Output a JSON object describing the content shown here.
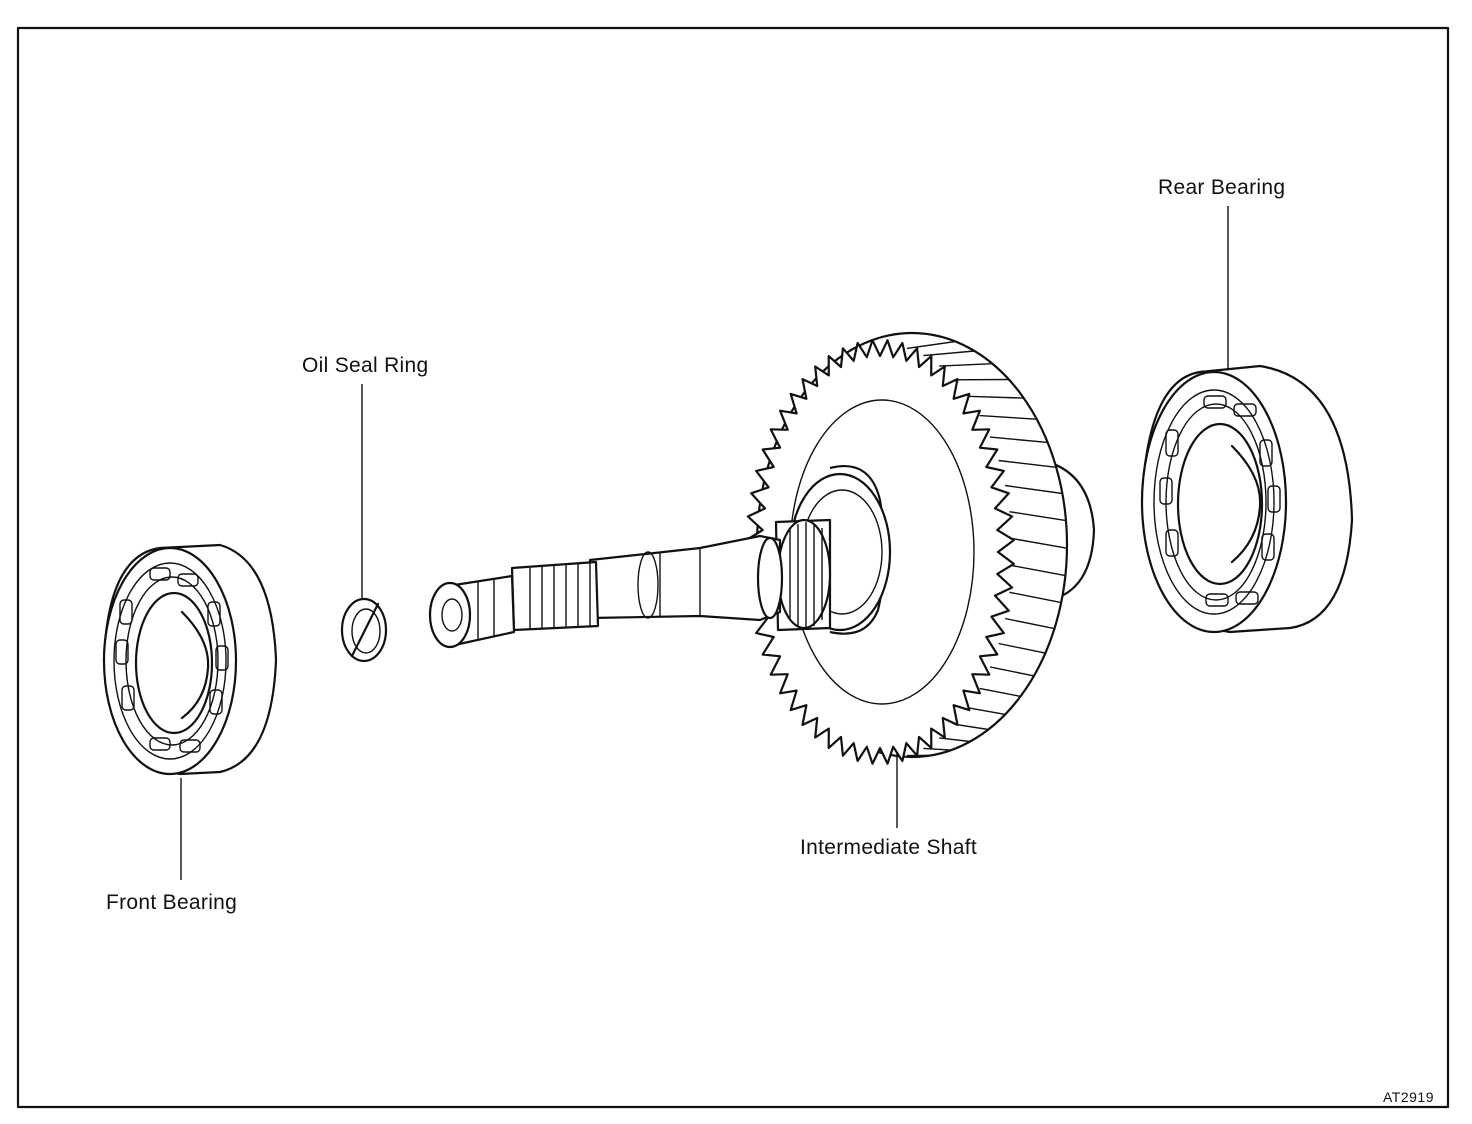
{
  "labels": {
    "rear_bearing": "Rear Bearing",
    "oil_seal_ring": "Oil Seal Ring",
    "intermediate_shaft": "Intermediate Shaft",
    "front_bearing": "Front Bearing"
  },
  "figure_code": "AT2919",
  "colors": {
    "ink": "#111111",
    "background": "#ffffff"
  }
}
